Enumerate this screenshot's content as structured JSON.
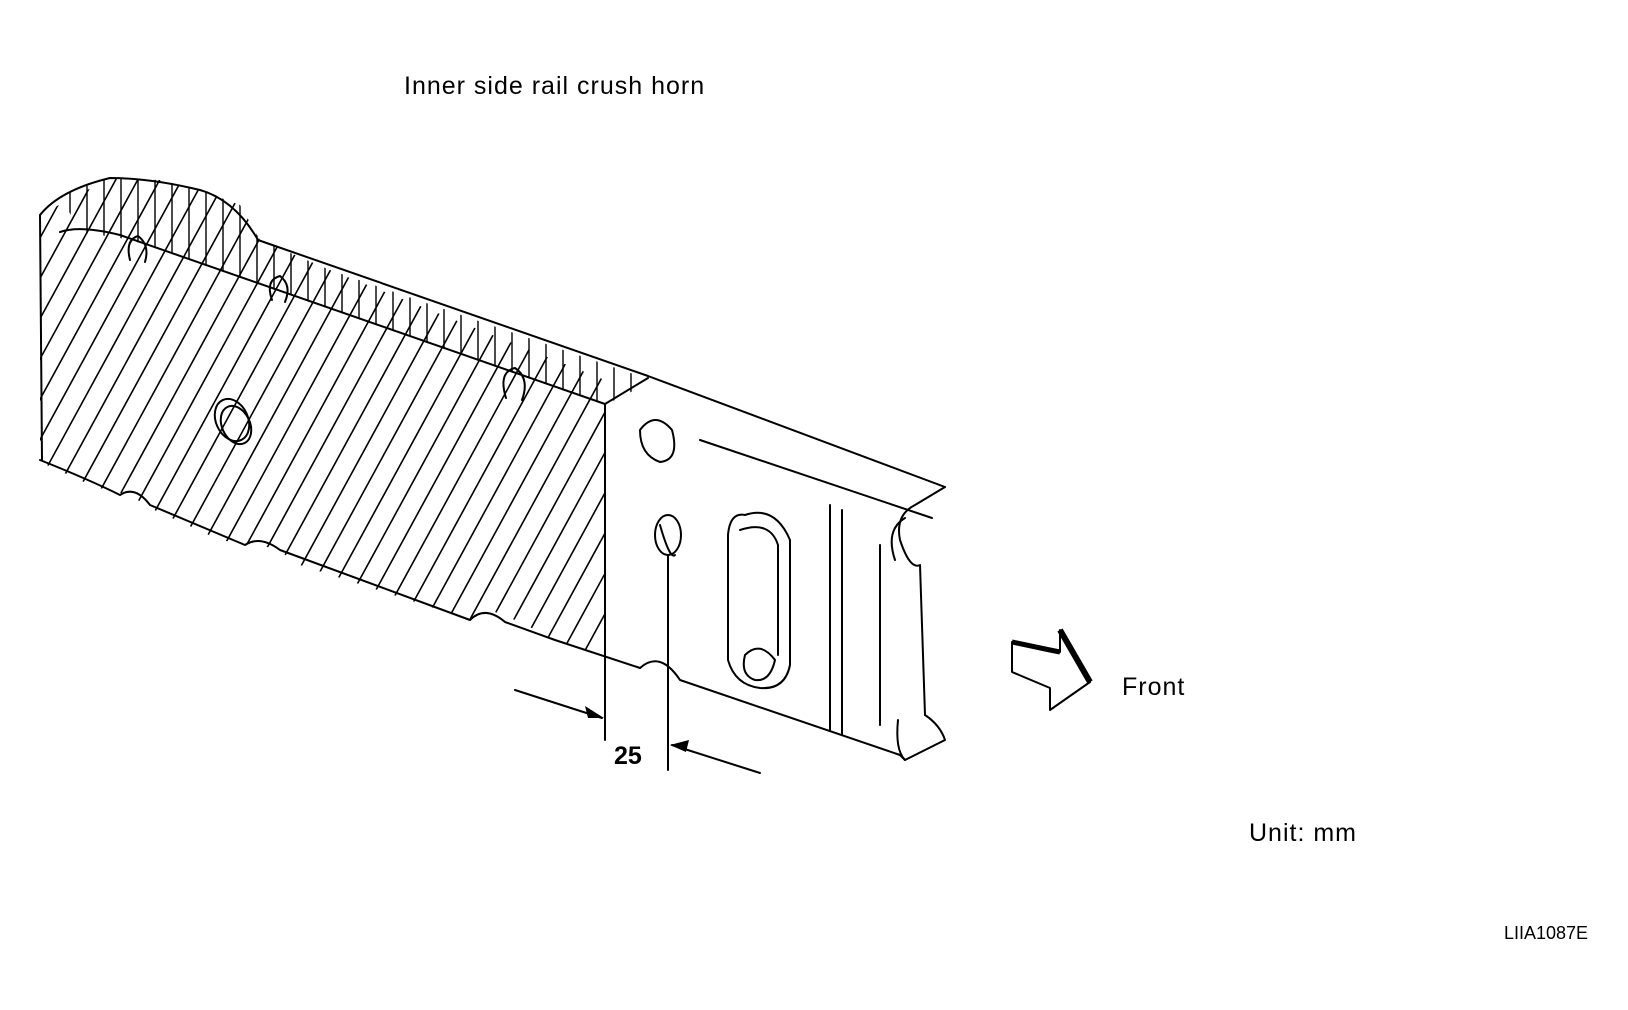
{
  "diagram": {
    "title": "Inner side rail crush horn",
    "dimension": "25",
    "direction_label": "Front",
    "unit": "Unit: mm",
    "figure_code": "LIIA1087E"
  },
  "colors": {
    "line": "#000000",
    "background": "#ffffff"
  },
  "icons": {
    "direction": "front-arrow-icon"
  }
}
